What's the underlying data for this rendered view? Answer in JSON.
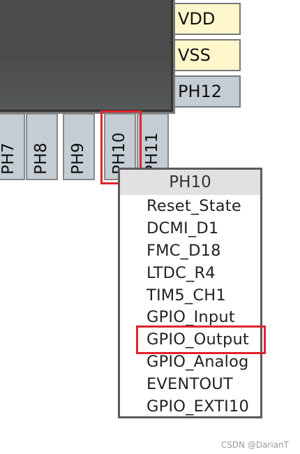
{
  "right_pins": [
    {
      "label": "VDD",
      "type": "power"
    },
    {
      "label": "VSS",
      "type": "power"
    },
    {
      "label": "PH12",
      "type": "io"
    }
  ],
  "bottom_pins": [
    "PH7",
    "PH8",
    "PH9",
    "PH10",
    "PH11"
  ],
  "popup": {
    "title": "PH10",
    "items": [
      "Reset_State",
      "DCMI_D1",
      "FMC_D18",
      "LTDC_R4",
      "TIM5_CH1",
      "GPIO_Input",
      "GPIO_Output",
      "GPIO_Analog",
      "EVENTOUT",
      "GPIO_EXTI10"
    ],
    "highlighted_item": "GPIO_Output"
  },
  "highlighted_pin": "PH10",
  "watermark": "CSDN @DarianT",
  "colors": {
    "chip_body": "#4a4c4c",
    "power_pin": "#fff7cc",
    "io_pin": "#c4cdd4",
    "highlight_border": "#e0232e",
    "menu_header": "#e1e1e1"
  }
}
